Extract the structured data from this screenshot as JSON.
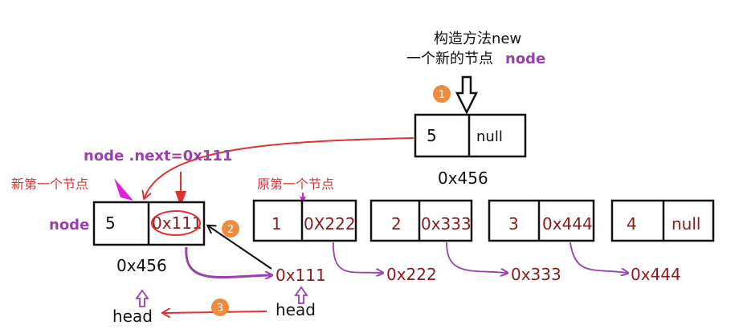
{
  "top_note": {
    "line1": "构造方法new",
    "line2_prefix": "一个新的节点",
    "line2_keyword": "node"
  },
  "new_node": {
    "value": "5",
    "next": "null",
    "address": "0x456"
  },
  "inserted_node": {
    "label": "node",
    "value": "5",
    "next": "0x111",
    "address": "0x456",
    "assignment": "node .next=0x111",
    "caption": "新第一个节点"
  },
  "list_nodes": [
    {
      "value": "1",
      "next": "0X222",
      "address": "0x111"
    },
    {
      "value": "2",
      "next": "0x333",
      "address": "0x222"
    },
    {
      "value": "3",
      "next": "0x444",
      "address": "0x333"
    },
    {
      "value": "4",
      "next": "null",
      "address": "0x444"
    }
  ],
  "original_first_caption": "原第一个节点",
  "head_labels": {
    "new": "head",
    "old": "head"
  },
  "steps": [
    "1",
    "2",
    "3"
  ],
  "colors": {
    "purple": "#9b3fb0",
    "red": "#e0312f",
    "orange": "#f08a3c",
    "dark_red": "#8b1a1a",
    "magenta": "#e020e0"
  }
}
